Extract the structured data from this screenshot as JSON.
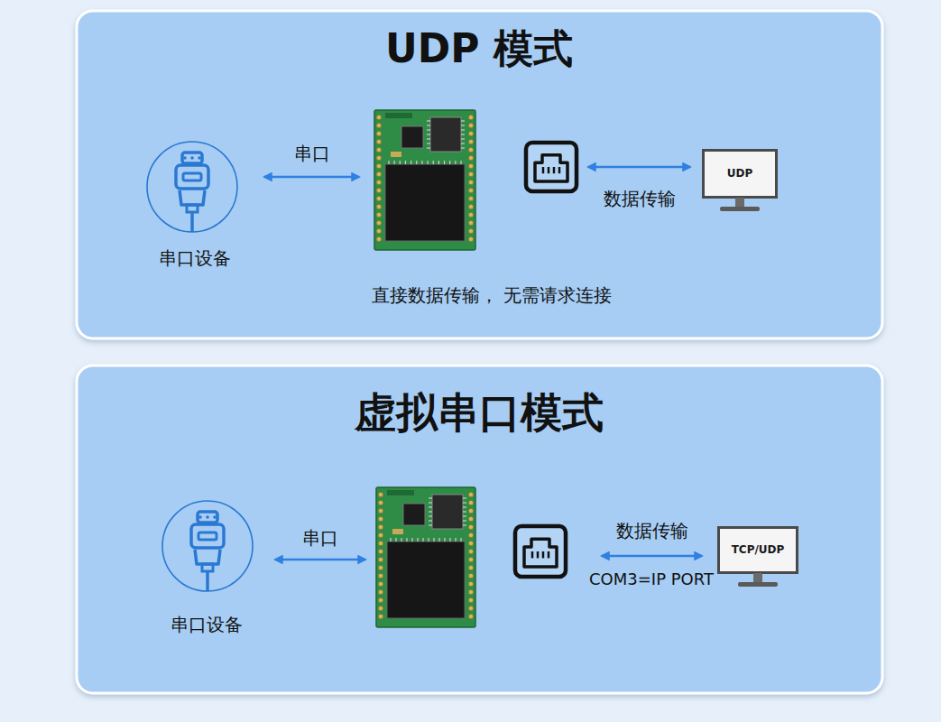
{
  "diagram": {
    "nodes": [
      {
        "text": [
          "UDP 模式",
          "直接数据传输， 无需请求连接"
        ]
      },
      {
        "text": [
          "串口设备"
        ],
        "in": 0
      },
      {
        "text": [],
        "in": 0
      },
      {
        "text": [],
        "in": 0
      },
      {
        "text": [
          "UDP"
        ],
        "in": 0
      },
      {
        "text": [
          "虚拟串口模式"
        ]
      },
      {
        "text": [
          "串口设备"
        ],
        "in": 5
      },
      {
        "text": [],
        "in": 5
      },
      {
        "text": [],
        "in": 5
      },
      {
        "text": [
          "TCP/UDP"
        ],
        "in": 5
      }
    ],
    "edges": [
      {
        "from": 1,
        "to": 2,
        "arrow": "both",
        "label": "串口"
      },
      {
        "from": 3,
        "to": 4,
        "arrow": "both",
        "label": "数据传输"
      },
      {
        "from": 6,
        "to": 7,
        "arrow": "both",
        "label": "串口"
      },
      {
        "from": 8,
        "to": 9,
        "arrow": "both",
        "label": "数据传输"
      }
    ],
    "labels": [
      "COM3=IP PORT"
    ]
  }
}
